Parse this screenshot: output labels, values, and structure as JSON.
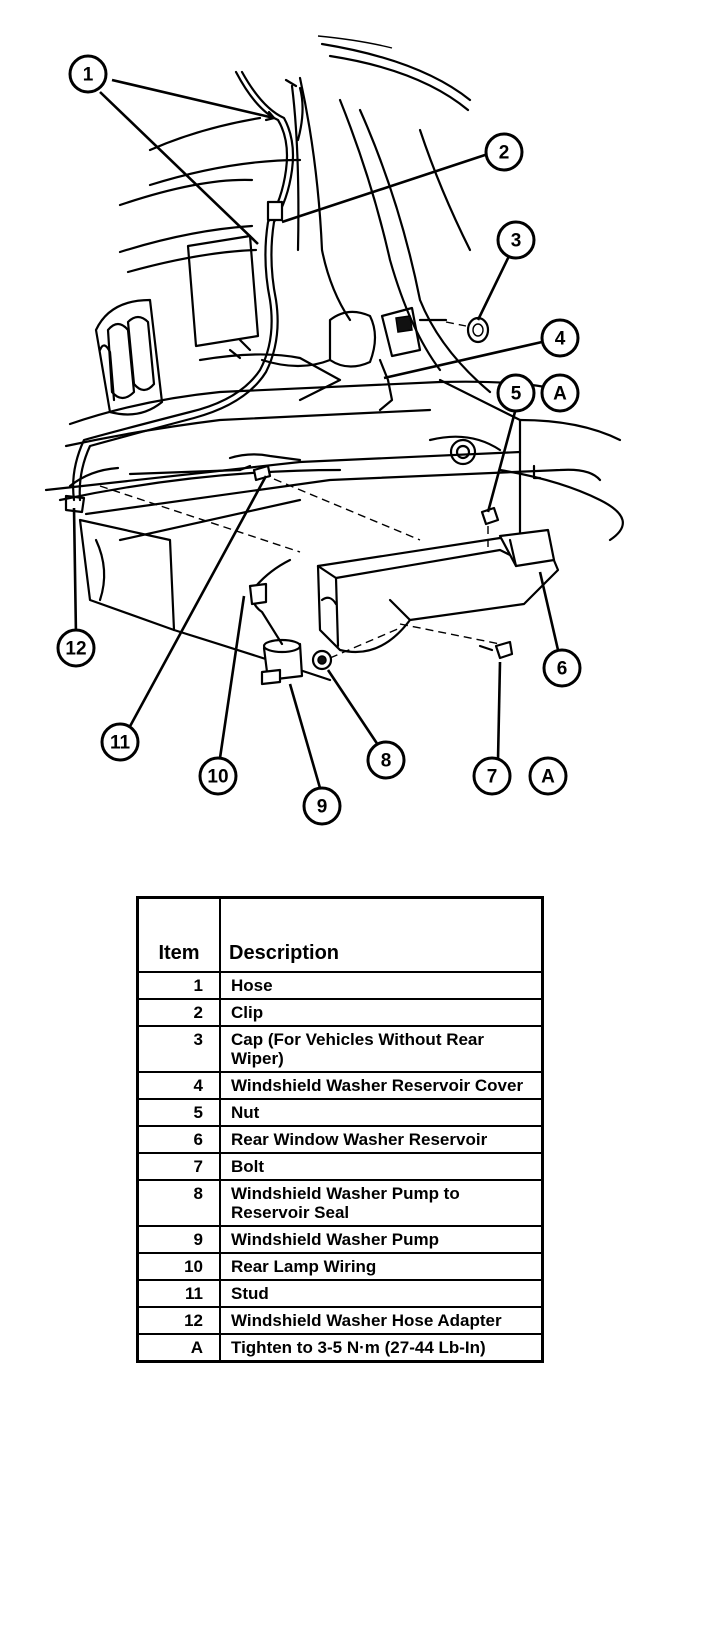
{
  "callouts": [
    "1",
    "2",
    "3",
    "4",
    "5",
    "A",
    "6",
    "7",
    "A",
    "8",
    "9",
    "10",
    "11",
    "12"
  ],
  "table": {
    "headers": {
      "item": "Item",
      "description": "Description"
    },
    "rows": [
      {
        "item": "1",
        "description": "Hose"
      },
      {
        "item": "2",
        "description": "Clip"
      },
      {
        "item": "3",
        "description": "Cap (For Vehicles Without Rear Wiper)"
      },
      {
        "item": "4",
        "description": "Windshield Washer Reservoir Cover"
      },
      {
        "item": "5",
        "description": "Nut"
      },
      {
        "item": "6",
        "description": "Rear Window Washer Reservoir"
      },
      {
        "item": "7",
        "description": "Bolt"
      },
      {
        "item": "8",
        "description": "Windshield Washer Pump to Reservoir Seal"
      },
      {
        "item": "9",
        "description": "Windshield Washer Pump"
      },
      {
        "item": "10",
        "description": "Rear Lamp Wiring"
      },
      {
        "item": "11",
        "description": "Stud"
      },
      {
        "item": "12",
        "description": "Windshield Washer Hose Adapter"
      },
      {
        "item": "A",
        "description": "Tighten to 3-5 N·m (27-44 Lb-In)"
      }
    ]
  }
}
